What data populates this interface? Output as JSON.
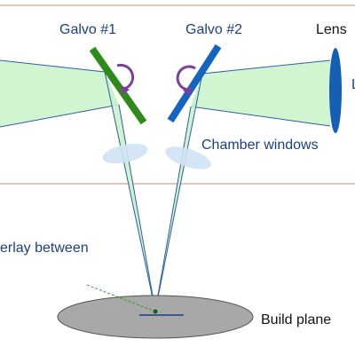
{
  "labels": {
    "galvo1": "Galvo #1",
    "galvo2": "Galvo #2",
    "lens": "Lens",
    "lens_trailing": "L",
    "chamber_windows": "Chamber windows",
    "overlay": "erlay between",
    "build_plane": "Build plane"
  },
  "colors": {
    "beam_fill": "#c9f2c9",
    "beam_edge": "#2d5fa6",
    "galvo1": "#2e8b1a",
    "galvo2": "#1565c0",
    "rotation_arrow": "#7b3fa0",
    "chamber_line": "#c98b7b",
    "window": "#cfe3f5",
    "build_plate": "#a8a8a8",
    "lens": "#1560b5",
    "text": "#1c3f82"
  },
  "icons": {
    "galvo_rotation": "curved-arrow-icon"
  }
}
